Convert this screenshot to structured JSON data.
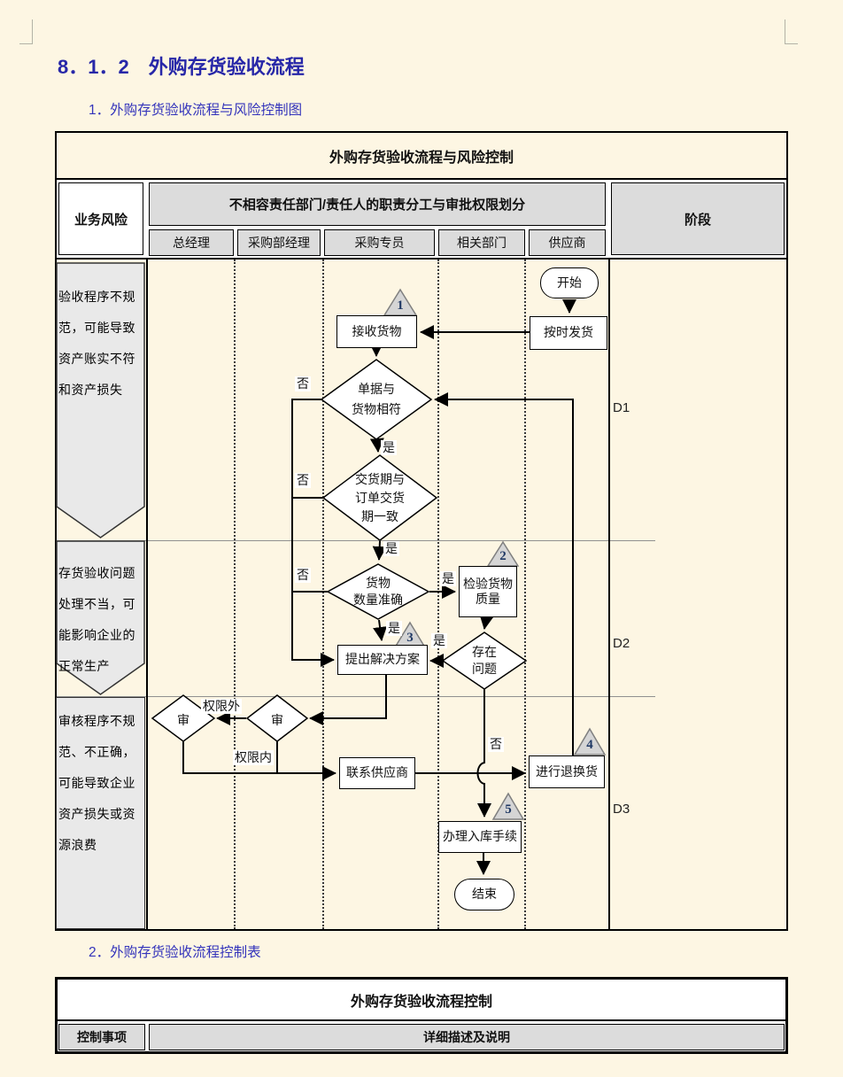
{
  "page": {
    "heading": "8．1．2　外购存货验收流程",
    "section1_label": "1．外购存货验收流程与风险控制图",
    "section2_label": "2．外购存货验收流程控制表"
  },
  "colors": {
    "page_bg": "#FDF6E3",
    "heading_blue": "#2727A8",
    "cell_gray": "#DCDCDC",
    "risk_shape_gray": "#E9E9E9",
    "marker_gray": "#D5D5D5",
    "marker_number_navy": "#1F3864"
  },
  "flow_chart": {
    "title": "外购存货验收流程与风险控制",
    "header": {
      "risk": "业务风险",
      "duty": "不相容责任部门/责任人的职责分工与审批权限划分",
      "stage": "阶段",
      "roles": [
        "总经理",
        "采购部经理",
        "采购专员",
        "相关部门",
        "供应商"
      ]
    },
    "risks": [
      "验收程序不规范，可能导致资产账实不符和资产损失",
      "存货验收问题处理不当，可能影响企业的正常生产",
      "审核程序不规范、不正确，可能导致企业资产损失或资源浪费"
    ],
    "stages": [
      "D1",
      "D2",
      "D3"
    ],
    "nodes": {
      "start": "开始",
      "ship_on_time": "按时发货",
      "receive_goods": "接收货物",
      "docs_match": [
        "单据与",
        "货物相符"
      ],
      "delivery_match": [
        "交货期与",
        "订单交货",
        "期一致"
      ],
      "quantity_ok": [
        "货物",
        "数量准确"
      ],
      "inspect_quality": [
        "检验货物",
        "质量"
      ],
      "propose_solution": "提出解决方案",
      "problem_exists": [
        "存在",
        "问题"
      ],
      "review": "审",
      "contact_supplier": "联系供应商",
      "return_exchange": "进行退换货",
      "warehouse_procedure": "办理入库手续",
      "end": "结束"
    },
    "branch_labels": {
      "yes": "是",
      "no": "否",
      "beyond_authority": "权限外",
      "within_authority": "权限内"
    },
    "markers": [
      "1",
      "2",
      "3",
      "4",
      "5"
    ]
  },
  "control_table": {
    "title": "外购存货验收流程控制",
    "col1_header": "控制事项",
    "col2_header": "详细描述及说明"
  }
}
